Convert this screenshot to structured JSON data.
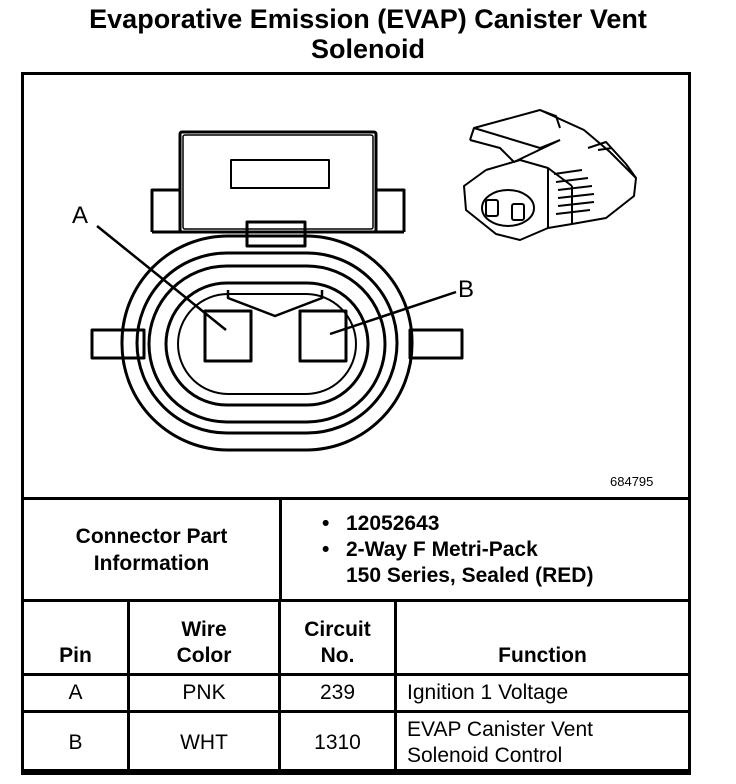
{
  "title_line1": "Evaporative Emission (EVAP) Canister Vent",
  "title_line2": "Solenoid",
  "diagram": {
    "label_a": "A",
    "label_b": "B",
    "figure_number": "684795"
  },
  "connector": {
    "label_line1": "Connector Part",
    "label_line2": "Information",
    "part_number": "12052643",
    "desc_line1": "2-Way F Metri-Pack",
    "desc_line2": "150 Series, Sealed (RED)"
  },
  "pin_table": {
    "headers": {
      "pin": "Pin",
      "wire_line1": "Wire",
      "wire_line2": "Color",
      "circuit_line1": "Circuit",
      "circuit_line2": "No.",
      "function": "Function"
    },
    "rows": [
      {
        "pin": "A",
        "wire_color": "PNK",
        "circuit": "239",
        "function_line1": "Ignition 1 Voltage",
        "function_line2": ""
      },
      {
        "pin": "B",
        "wire_color": "WHT",
        "circuit": "1310",
        "function_line1": "EVAP Canister Vent",
        "function_line2": "Solenoid Control"
      }
    ]
  }
}
